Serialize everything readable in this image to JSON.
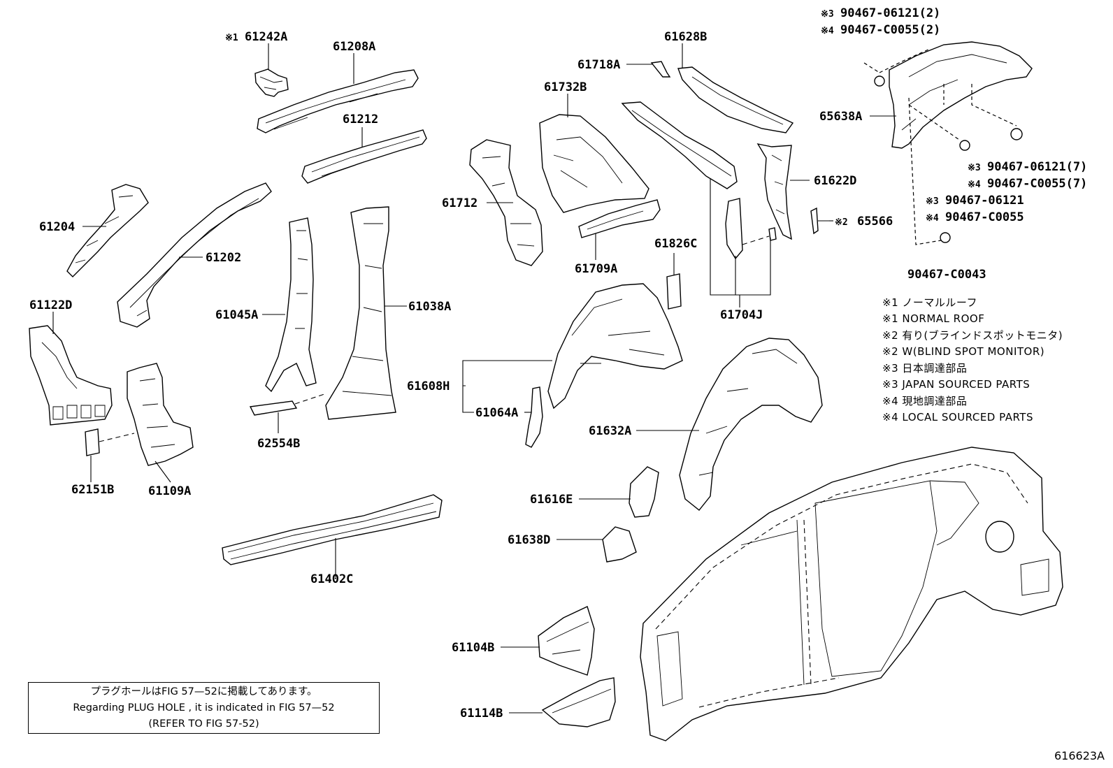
{
  "labels": {
    "p61242A": "61242A",
    "p61242A_mark": "※1",
    "p61208A": "61208A",
    "p61212": "61212",
    "p61204": "61204",
    "p61202": "61202",
    "p61122D": "61122D",
    "p61109A": "61109A",
    "p62151B": "62151B",
    "p61045A": "61045A",
    "p61038A": "61038A",
    "p62554B": "62554B",
    "p61402C": "61402C",
    "p61718A": "61718A",
    "p61628B": "61628B",
    "p61732B": "61732B",
    "p61712": "61712",
    "p61709A": "61709A",
    "p61826C": "61826C",
    "p61622D": "61622D",
    "p65566": "65566",
    "p65566_mark": "※2",
    "p61704J": "61704J",
    "p61608H": "61608H",
    "p61064A": "61064A",
    "p61632A": "61632A",
    "p61616E": "61616E",
    "p61638D": "61638D",
    "p61104B": "61104B",
    "p61114B": "61114B",
    "p65638A": "65638A",
    "c1a_mark": "※3",
    "c1a": "90467-06121(2)",
    "c1b_mark": "※4",
    "c1b": "90467-C0055(2)",
    "c2a_mark": "※3",
    "c2a": "90467-06121(7)",
    "c2b_mark": "※4",
    "c2b": "90467-C0055(7)",
    "c3a_mark": "※3",
    "c3a": "90467-06121",
    "c3b_mark": "※4",
    "c3b": "90467-C0055",
    "c4": "90467-C0043"
  },
  "notes": [
    "※1 ノーマルルーフ",
    "※1 NORMAL ROOF",
    "※2 有り(ブラインドスポットモニタ)",
    "※2 W(BLIND SPOT MONITOR)",
    "※3 日本調達部品",
    "※3 JAPAN SOURCED PARTS",
    "※4 現地調達部品",
    "※4 LOCAL SOURCED PARTS"
  ],
  "plug_note": {
    "line1": "プラグホールはFIG 57—52に掲載してあります。",
    "line2": "Regarding PLUG HOLE , it is indicated in FIG 57—52",
    "line3": "(REFER TO FIG 57-52)"
  },
  "figure_code": "616623A"
}
